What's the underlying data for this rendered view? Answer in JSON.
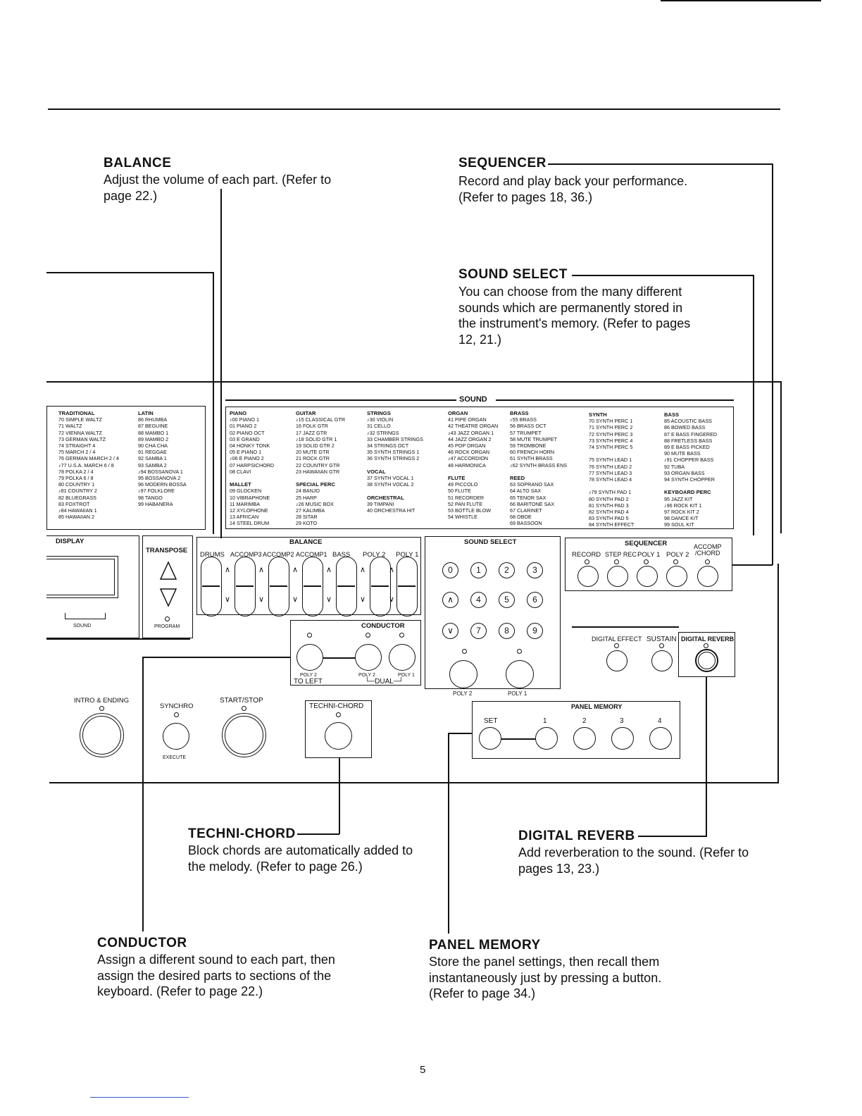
{
  "balance": {
    "title": "BALANCE",
    "desc": "Adjust the volume of each part. (Refer to\npage 22.)"
  },
  "sequencer": {
    "title": "SEQUENCER",
    "desc": "Record and play back your performance.\n(Refer to pages 18, 36.)"
  },
  "sound_select": {
    "title": "SOUND SELECT",
    "desc": "You can choose from the many different\nsounds which are permanently stored in\nthe instrument's memory. (Refer to pages\n12, 21.)"
  },
  "techni_chord": {
    "title": "TECHNI-CHORD",
    "desc": "Block chords are automatically added to\nthe melody. (Refer to page 26.)"
  },
  "digital_reverb": {
    "title": "DIGITAL REVERB",
    "desc": "Add reverberation to the sound. (Refer to\npages 13, 23.)"
  },
  "conductor": {
    "title": "CONDUCTOR",
    "desc": "Assign a different sound to each part, then\nassign the desired parts to sections of the\nkeyboard. (Refer to page 22.)"
  },
  "panel_memory": {
    "title": "PANEL MEMORY",
    "desc": "Store the panel settings, then recall them\ninstantaneously just by pressing a button.\n(Refer to page 34.)"
  },
  "page_number": "5",
  "panel": {
    "sound_header": "SOUND",
    "rhythm_traditional": "TRADITIONAL\n70 SIMPLE WALTZ\n71 WALTZ\n72 VIENNA WALTZ\n73 GERMAN WALTZ\n74 STRAIGHT 4\n75 MARCH 2 / 4\n76 GERMAN MARCH 2 / 4\n♪77 U.S.A. MARCH 6 / 8\n78 POLKA 2 / 4\n79 POLKA 6 / 8\n80 COUNTRY 1\n♪81 COUNTRY 2\n82 BLUEGRASS\n83 FOXTROT\n♪84 HAWAIIAN 1\n85 HAWAIIAN 2",
    "rhythm_latin": "LATIN\n86 RHUMBA\n87 BEGUINE\n88 MAMBO 1\n89 MAMBO 2\n90 CHA CHA\n91 REGGAE\n92 SAMBA 1\n93 SAMBA 2\n♪94 BOSSANOVA 1\n95 BOSSANOVA 2\n96 MODERN BOSSA\n♪97 FOLKLORE\n98 TANGO\n99 HABANERA",
    "sound_col1": "PIANO\n♪00 PIANO 1\n01 PIANO 2\n02 PIANO OCT\n03 E GRAND\n04 HONKY TONK\n05 E PIANO 1\n♪06 E PIANO 2\n07 HARPSICHORD\n08 CLAVI\n\nMALLET\n09 GLOCKEN\n10 VIBRAPHONE\n11 MARIMBA\n12 XYLOPHONE\n13 AFRICAN\n14 STEEL DRUM",
    "sound_col2": "GUITAR\n♪15 CLASSICAL GTR\n16 FOLK GTR\n17 JAZZ GTR\n♪18 SOLID GTR 1\n19 SOLID GTR 2\n20 MUTE GTR\n21 ROCK GTR\n22 COUNTRY GTR\n23 HAWAIIAN GTR\n\nSPECIAL PERC\n24 BANJO\n25 HARP\n♪26 MUSIC BOX\n27 KALIMBA\n28 SITAR\n29 KOTO",
    "sound_col3": "STRINGS\n♪30 VIOLIN\n31 CELLO\n♪32 STRINGS\n33 CHAMBER STRINGS\n34 STRINGS OCT\n35 SYNTH STRINGS 1\n36 SYNTH STRINGS 2\n\nVOCAL\n37 SYNTH VOCAL 1\n38 SYNTH VOCAL 2\n\nORCHESTRAL\n39 TIMPANI\n40 ORCHESTRA HIT",
    "sound_col4": "ORGAN\n41 PIPE ORGAN\n42 THEATRE ORGAN\n♪43 JAZZ ORGAN 1\n44 JAZZ ORGAN 2\n45 POP ORGAN\n46 ROCK ORGAN\n♪47 ACCORDION\n48 HARMONICA\n\nFLUTE\n49 PICCOLO\n50 FLUTE\n51 RECORDER\n52 PAN FLUTE\n53 BOTTLE BLOW\n54 WHISTLE",
    "sound_col5": "BRASS\n♪55 BRASS\n56 BRASS OCT\n57 TRUMPET\n58 MUTE TRUMPET\n59 TROMBONE\n60 FRENCH HORN\n61 SYNTH BRASS\n♪62 SYNTH BRASS ENS\n\nREED\n63 SOPRANO SAX\n64 ALTO SAX\n65 TENOR SAX\n66 BARITONE SAX\n67 CLARINET\n68 OBOE\n69 BASSOON",
    "sound_col6": "SYNTH\n70 SYNTH PERC 1\n71 SYNTH PERC 2\n72 SYNTH PERC 3\n73 SYNTH PERC 4\n74 SYNTH PERC 5\n\n75 SYNTH LEAD 1\n76 SYNTH LEAD 2\n77 SYNTH LEAD 3\n78 SYNTH LEAD 4\n\n♪79 SYNTH PAD 1\n80 SYNTH PAD 2\n81 SYNTH PAD 3\n82 SYNTH PAD 4\n83 SYNTH PAD 5\n84 SYNTH EFFECT",
    "sound_col7": "BASS\n85 ACOUSTIC BASS\n86 BOWED BASS\n87 E BASS FINGERED\n88 FRETLESS BASS\n89 E BASS PICKED\n90 MUTE BASS\n♪91 CHOPPER BASS\n92 TUBA\n93 ORGAN BASS\n94 SYNTH CHOPPER\n\nKEYBOARD PERC\n95 JAZZ KIT\n♪96 ROCK KIT 1\n97 ROCK KIT 2\n98 DANCE KIT\n99 SOUL KIT",
    "display_label": "DISPLAY",
    "sound_label": "SOUND",
    "transpose_label": "TRANSPOSE",
    "program_label": "PROGRAM",
    "balance_label": "BALANCE",
    "balance_parts": [
      "DRUMS",
      "ACCOMP3",
      "ACCOMP2",
      "ACCOMP1",
      "BASS",
      "POLY 2",
      "POLY 1"
    ],
    "sound_select_label": "SOUND SELECT",
    "num_buttons": [
      "0",
      "1",
      "2",
      "3",
      "∧",
      "4",
      "5",
      "6",
      "∨",
      "7",
      "8",
      "9"
    ],
    "poly2_label": "POLY 2",
    "poly1_label": "POLY 1",
    "sequencer_label": "SEQUENCER",
    "seq_buttons": [
      "RECORD",
      "STEP REC",
      "POLY 1",
      "POLY 2",
      "ACCOMP\n/CHORD"
    ],
    "conductor_label": "CONDUCTOR",
    "to_left_label": "TO LEFT",
    "dual_label": "└─DUAL─┘",
    "cond_poly2": "POLY 2",
    "cond_poly2b": "POLY 2",
    "cond_poly1": "POLY 1",
    "digital_effect_label": "DIGITAL EFFECT",
    "sustain_label": "SUSTAIN",
    "digital_reverb_label": "DIGITAL REVERB",
    "intro_label": "INTRO & ENDING",
    "synchro_label": "SYNCHRO",
    "execute_label": "EXECUTE",
    "start_stop_label": "START/STOP",
    "techni_chord_label": "TECHNI-CHORD",
    "panel_memory_label": "PANEL MEMORY",
    "pm_buttons": [
      "SET",
      "1",
      "2",
      "3",
      "4"
    ]
  }
}
